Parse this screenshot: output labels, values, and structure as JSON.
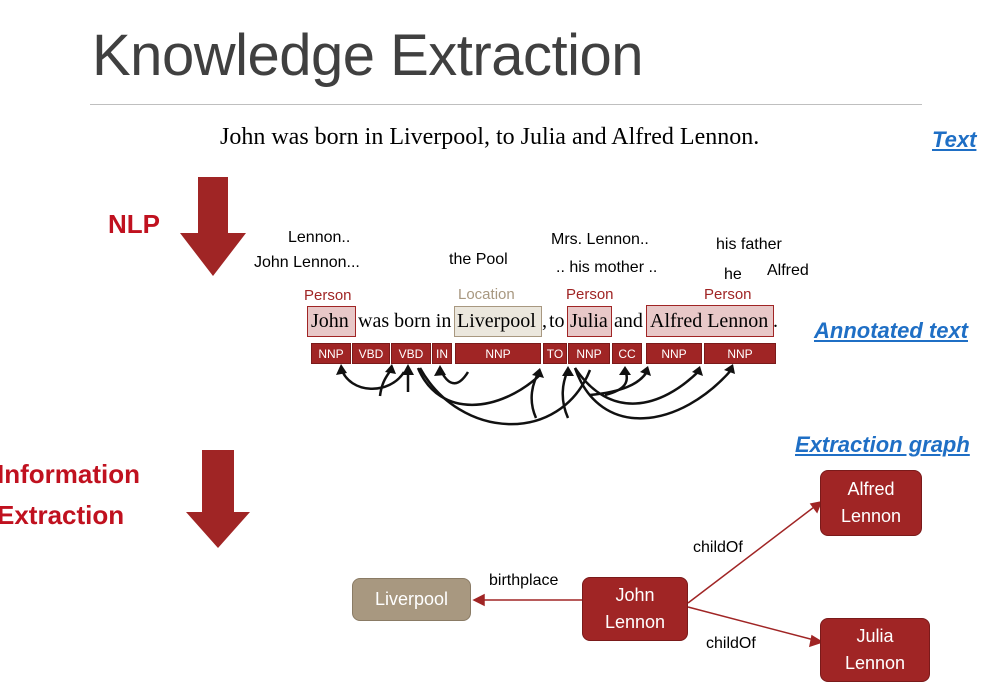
{
  "slide": {
    "title": "Knowledge Extraction"
  },
  "text_section": {
    "sentence": "John was born in Liverpool, to Julia and Alfred Lennon.",
    "label": "Text"
  },
  "nlp": {
    "label": "NLP"
  },
  "coreference": {
    "john_1": "Lennon..",
    "john_2": "John Lennon...",
    "pool": "the Pool",
    "julia_1": "Mrs. Lennon..",
    "julia_2": ".. his mother ..",
    "alfred_1": "his father",
    "alfred_2": "he",
    "alfred_3": "Alfred"
  },
  "entities": {
    "person_1": "Person",
    "location": "Location",
    "person_2": "Person",
    "person_3": "Person"
  },
  "annotated": {
    "tokens": [
      "John",
      "was born in",
      "Liverpool",
      ",",
      "to",
      "Julia",
      "and",
      "Alfred Lennon",
      "."
    ],
    "label": "Annotated text",
    "pos_tags": [
      "NNP",
      "VBD",
      "VBD",
      "IN",
      "NNP",
      "TO",
      "NNP",
      "CC",
      "NNP",
      "NNP"
    ]
  },
  "extraction": {
    "label": "Extraction graph",
    "ie_label_1": "Information",
    "ie_label_2": "Extraction",
    "nodes": {
      "liverpool": "Liverpool",
      "john": "John\nLennon",
      "alfred": "Alfred\nLennon",
      "julia": "Julia\nLennon"
    },
    "edges": {
      "birthplace": "birthplace",
      "childof_1": "childOf",
      "childof_2": "childOf"
    }
  },
  "colors": {
    "dark_red": "#a02525",
    "label_red": "#c0111f",
    "link_blue": "#1f6fc5",
    "location_tan": "#a89880",
    "person_fill": "#e8c8c8",
    "location_fill": "#ebe7dd"
  }
}
